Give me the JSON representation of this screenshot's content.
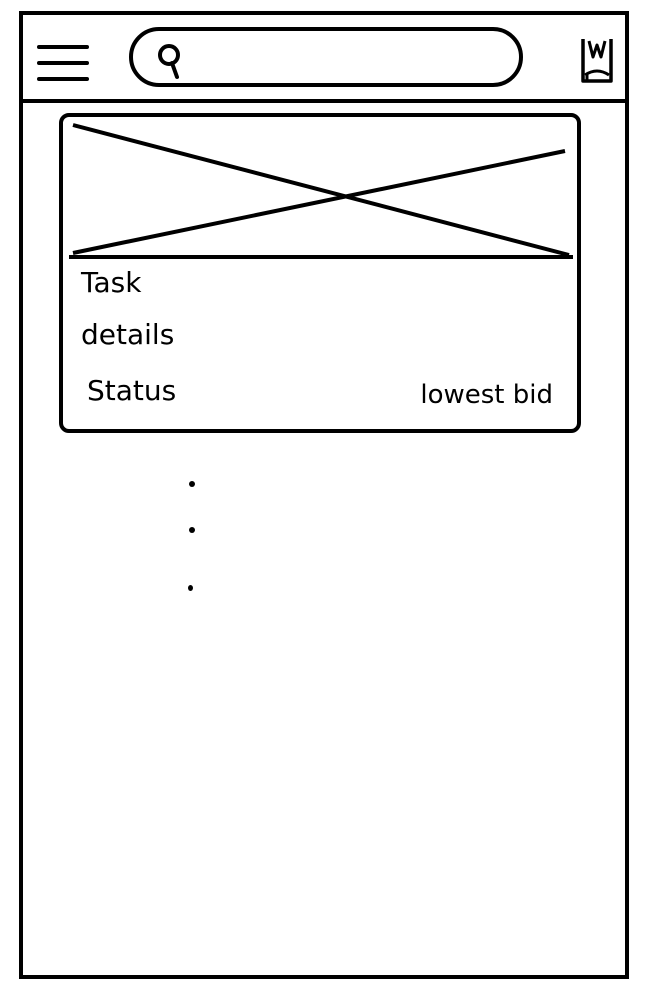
{
  "header": {
    "menu_icon": "hamburger-menu-icon",
    "search_icon": "search-icon",
    "search_placeholder": "",
    "cart_icon": "cart-icon"
  },
  "task_card": {
    "image": "image-placeholder",
    "title": "Task",
    "details": "details",
    "status": "Status",
    "bid": "lowest bid"
  },
  "list": {
    "more_indicator": "loading-dots"
  }
}
